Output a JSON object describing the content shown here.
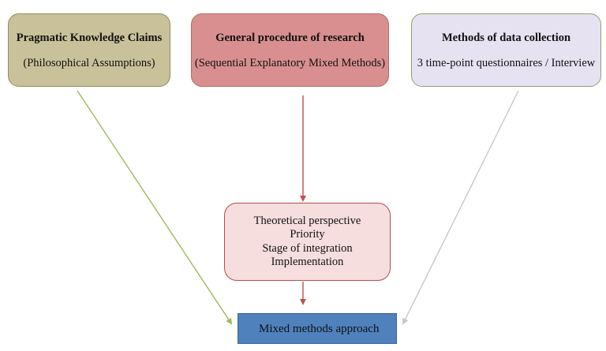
{
  "boxes": {
    "pragmatic": {
      "title": "Pragmatic Knowledge Claims",
      "subtitle": "(Philosophical Assumptions)"
    },
    "procedure": {
      "title": "General procedure of research",
      "subtitle": "(Sequential Explanatory Mixed Methods)"
    },
    "methods": {
      "title": "Methods of data collection",
      "subtitle": "3 time-point questionnaires / Interview"
    },
    "steps": {
      "items": [
        "Theoretical perspective",
        "Priority",
        "Stage of integration",
        "Implementation"
      ]
    },
    "result": {
      "label": "Mixed methods approach"
    }
  },
  "colors": {
    "pragmatic_fill": "#c9c19a",
    "procedure_fill": "#d98f8f",
    "methods_fill": "#e6e2f2",
    "steps_fill": "#f6dede",
    "result_fill": "#4f81bd",
    "arrow_green": "#9bbb59",
    "arrow_red": "#c0504d",
    "arrow_gray": "#c8c8c8"
  }
}
